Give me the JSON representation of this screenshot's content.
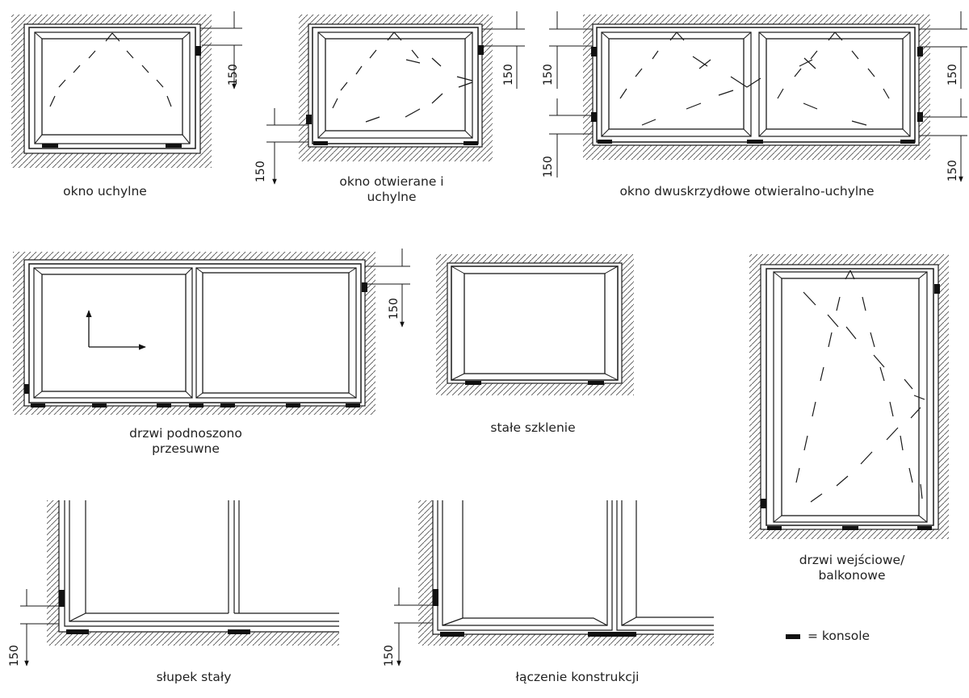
{
  "figure": {
    "captions": {
      "okno_uchylne": "okno uchylne",
      "okno_otwierane": "okno otwierane i\nuchylne",
      "okno_dwuskrzydlowe": "okno dwuskrzydłowe otwieralno-uchylne",
      "drzwi_przesuwne": "drzwi podnoszono\nprzesuwne",
      "stale_szklenie": "stałe szklenie",
      "drzwi_balkonowe": "drzwi wejściowe/\nbalkonowe",
      "slupek": "słupek stały",
      "laczenie": "łączenie konstrukcji"
    },
    "dimension_label": "150",
    "legend": {
      "symbol": "konsola-marker",
      "text": "= konsole"
    },
    "colors": {
      "line": "#1a1a1a",
      "hatch": "#555555",
      "bracket": "#111111",
      "background": "#ffffff"
    }
  }
}
